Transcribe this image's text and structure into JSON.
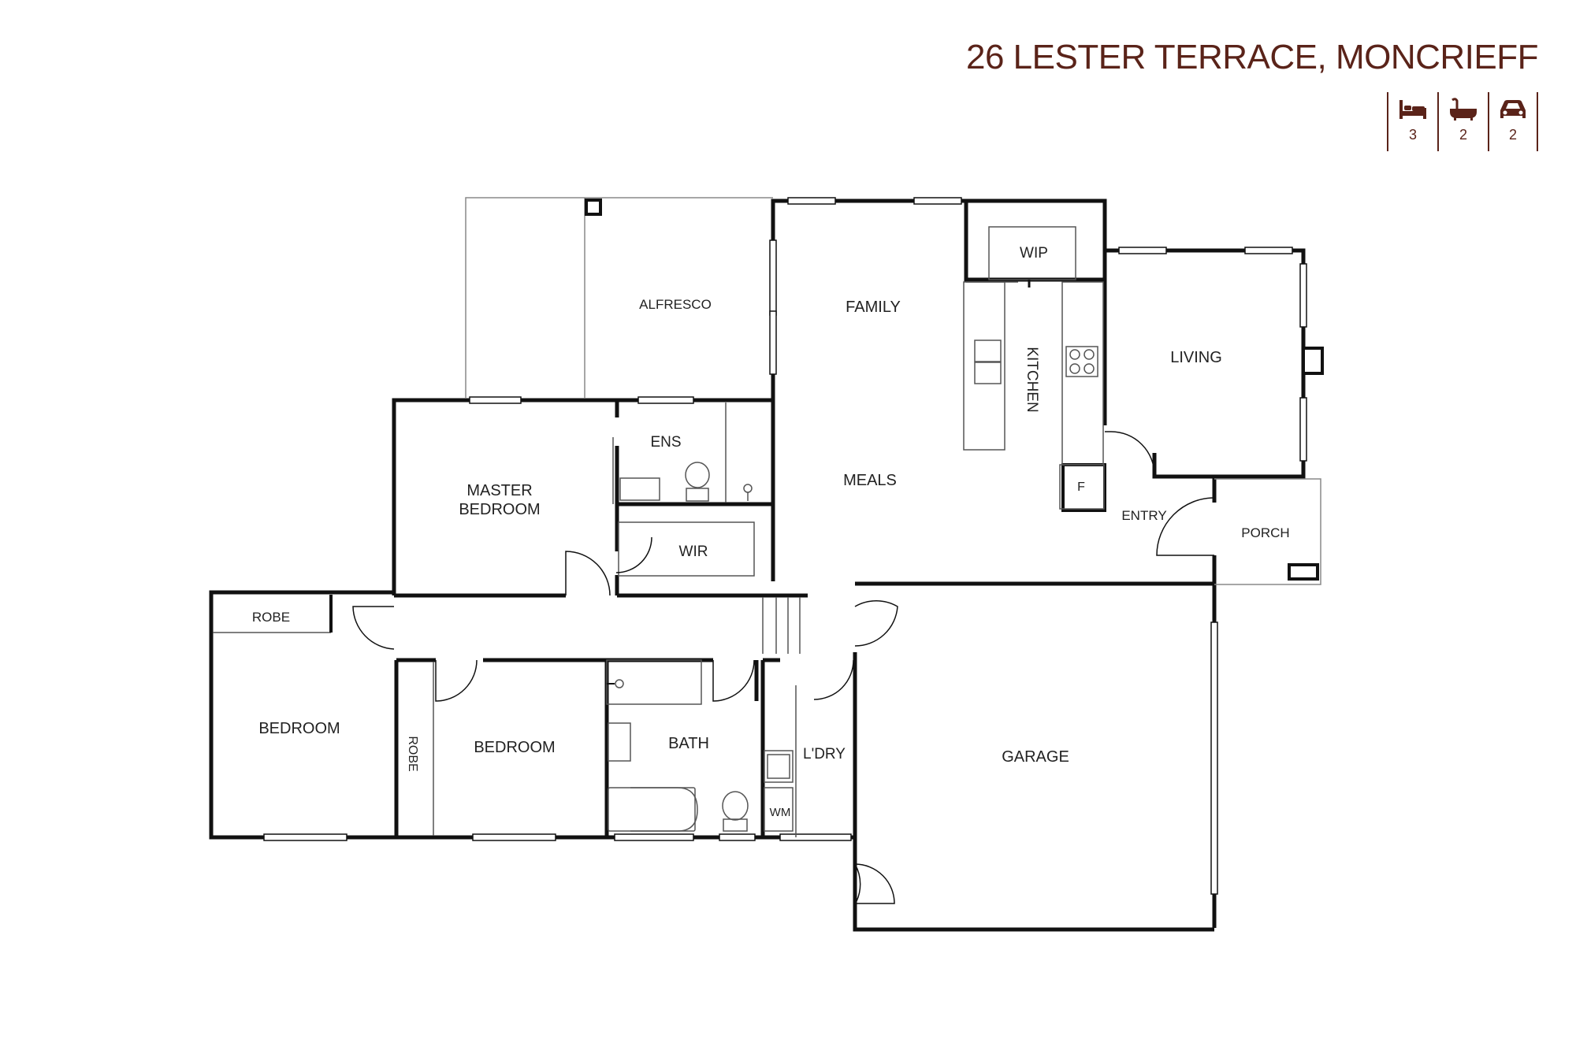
{
  "header": {
    "address": "26 LESTER TERRACE, MONCRIEFF",
    "features": [
      {
        "icon": "bed-icon",
        "count": "3"
      },
      {
        "icon": "bath-icon",
        "count": "2"
      },
      {
        "icon": "car-icon",
        "count": "2"
      }
    ]
  },
  "rooms": {
    "alfresco": "ALFRESCO",
    "family": "FAMILY",
    "wip": "WIP",
    "kitchen": "KITCHEN",
    "living": "LIVING",
    "ens": "ENS",
    "master_line1": "MASTER",
    "master_line2": "BEDROOM",
    "wir": "WIR",
    "meals": "MEALS",
    "entry": "ENTRY",
    "porch": "PORCH",
    "robe1": "ROBE",
    "bedroom1": "BEDROOM",
    "robe2": "ROBE",
    "bedroom2": "BEDROOM",
    "bath": "BATH",
    "laundry": "L'DRY",
    "wm": "WM",
    "fridge": "F",
    "garage": "GARAGE"
  },
  "colors": {
    "accent": "#5a2319",
    "wall": "#111111"
  }
}
